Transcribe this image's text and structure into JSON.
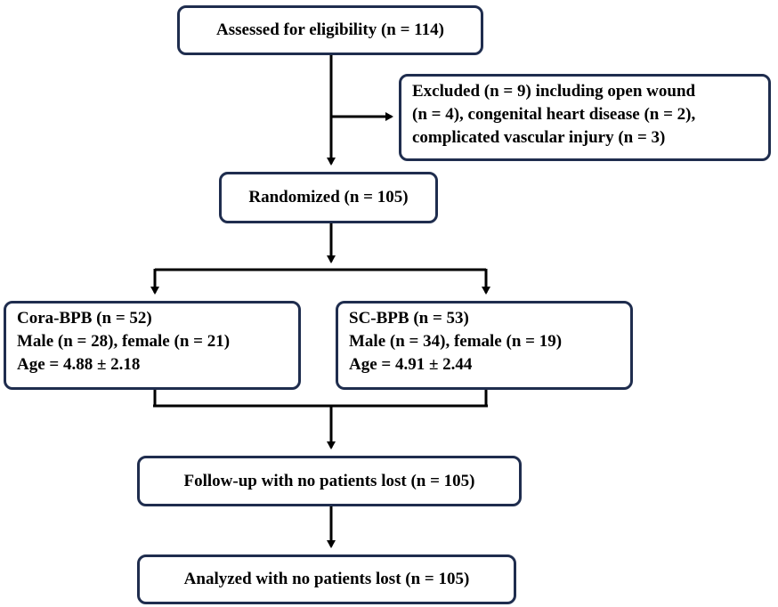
{
  "flowchart": {
    "assessed": "Assessed for eligibility (n = 114)",
    "excluded": {
      "lines": [
        "Excluded (n = 9) including open wound",
        "(n = 4), congenital heart disease (n = 2),",
        "complicated vascular injury (n = 3)"
      ]
    },
    "randomized": "Randomized (n = 105)",
    "group_cora": {
      "lines": [
        "Cora-BPB (n = 52)",
        "Male (n = 28), female (n = 21)",
        "Age = 4.88 ± 2.18"
      ]
    },
    "group_sc": {
      "lines": [
        "SC-BPB (n = 53)",
        "Male (n = 34), female (n = 19)",
        "Age = 4.91 ± 2.44"
      ]
    },
    "followup": "Follow-up with no patients lost (n = 105)",
    "analyzed": "Analyzed with no patients lost (n = 105)"
  },
  "colors": {
    "box_border": "#1f2d4e",
    "connector": "#000000",
    "text": "#000000"
  }
}
